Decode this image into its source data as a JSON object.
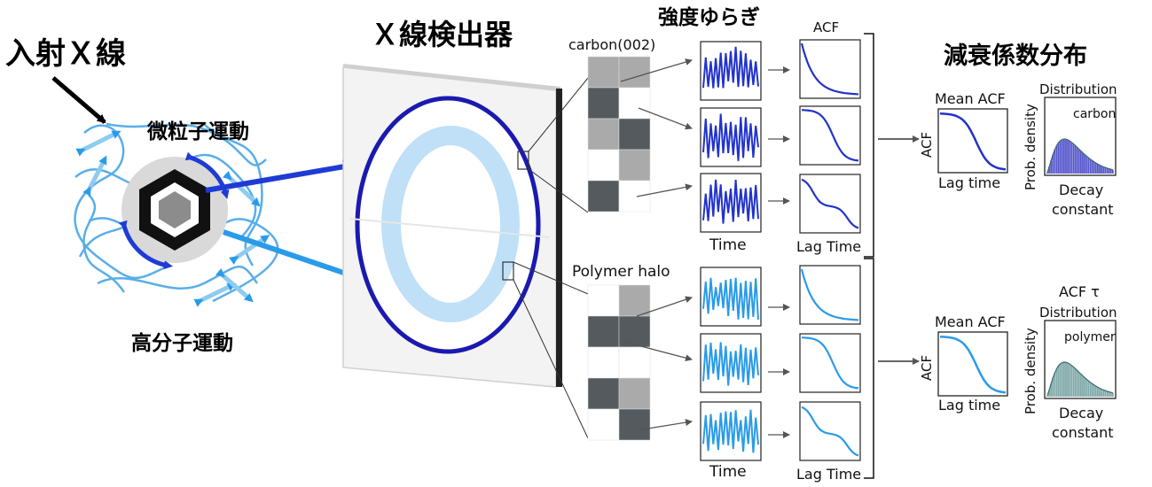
{
  "labels": {
    "incident_xray": "入射Ｘ線",
    "particle_motion": "微粒子運動",
    "polymer_motion": "高分子運動",
    "detector": "Ｘ線検出器",
    "intensity_fluctuation": "強度ゆらぎ",
    "acf_header": "ACF",
    "decay_dist_title": "減衰係数分布",
    "carbon_label": "carbon(002)",
    "polymer_halo_label": "Polymer halo",
    "time_axis": "Time",
    "lag_time_axis": "Lag Time",
    "mean_acf": "Mean ACF",
    "acf_ylabel": "ACF",
    "lag_time_small": "Lag time",
    "distribution": "Distribution",
    "acf_tau_distribution": "ACF τ",
    "prob_density": "Prob. density",
    "decay_constant_1": "Decay",
    "decay_constant_2": "constant",
    "carbon_tag": "carbon",
    "polymer_tag": "polymer"
  },
  "colors": {
    "carbon": "#2233cc",
    "polymer": "#2a9be8",
    "halo": "#bfe0f7",
    "ring": "#1a1ab0",
    "carbon_hist": "#5555cc",
    "polymer_hist": "#7fa8a8"
  }
}
